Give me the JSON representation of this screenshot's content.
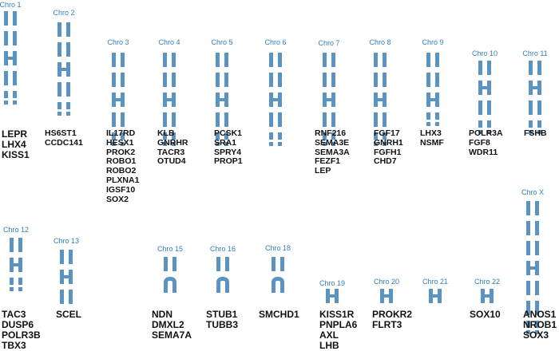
{
  "colors": {
    "chromosome": "#5b93c2",
    "label": "#2f7fbf",
    "gene_text": "#111111"
  },
  "chromosomes": [
    {
      "label": "Chro 1",
      "genes": [
        "LEPR",
        "LHX4",
        "KISS1"
      ]
    },
    {
      "label": "Chro 2",
      "genes": [
        "HS6ST1",
        "CCDC141"
      ]
    },
    {
      "label": "Chro 3",
      "genes": [
        "IL17RD",
        "HESX1",
        "PROK2",
        "ROBO1",
        "ROBO2",
        "PLXNA1",
        "IGSF10",
        "SOX2"
      ]
    },
    {
      "label": "Chro 4",
      "genes": [
        "KLB",
        "GNRHR",
        "TACR3",
        "OTUD4"
      ]
    },
    {
      "label": "Chro 5",
      "genes": [
        "PCSK1",
        "SRA1",
        "SPRY4",
        "PROP1"
      ]
    },
    {
      "label": "Chro 6",
      "genes": []
    },
    {
      "label": "Chro 7",
      "genes": [
        "RNF216",
        "SEMA3E",
        "SEMA3A",
        "FEZF1",
        "LEP"
      ]
    },
    {
      "label": "Chro 8",
      "genes": [
        "FGF17",
        "GNRH1",
        "FGFH1",
        "CHD7"
      ]
    },
    {
      "label": "Chro 9",
      "genes": [
        "LHX3",
        "NSMF"
      ]
    },
    {
      "label": "Chro 10",
      "genes": [
        "POLR3A",
        "FGF8",
        "WDR11"
      ]
    },
    {
      "label": "Chro 11",
      "genes": [
        "FSHB"
      ]
    },
    {
      "label": "Chro 12",
      "genes": [
        "TAC3",
        "DUSP6",
        "POLR3B",
        "TBX3"
      ]
    },
    {
      "label": "Chro 13",
      "genes": [
        "SCEL"
      ]
    },
    {
      "label": "Chro 15",
      "genes": [
        "NDN",
        "DMXL2",
        "SEMA7A"
      ]
    },
    {
      "label": "Chro 16",
      "genes": [
        "STUB1",
        "TUBB3"
      ]
    },
    {
      "label": "Chro 18",
      "genes": [
        "SMCHD1"
      ]
    },
    {
      "label": "Chro 19",
      "genes": [
        "KISS1R",
        "PNPLA6",
        "AXL",
        "LHB"
      ]
    },
    {
      "label": "Chro 20",
      "genes": [
        "PROKR2",
        "FLRT3"
      ]
    },
    {
      "label": "Chro 21",
      "genes": []
    },
    {
      "label": "Chro 22",
      "genes": [
        "SOX10"
      ]
    },
    {
      "label": "Chro X",
      "genes": [
        "ANOS1",
        "NROB1",
        "SOX3"
      ]
    }
  ]
}
